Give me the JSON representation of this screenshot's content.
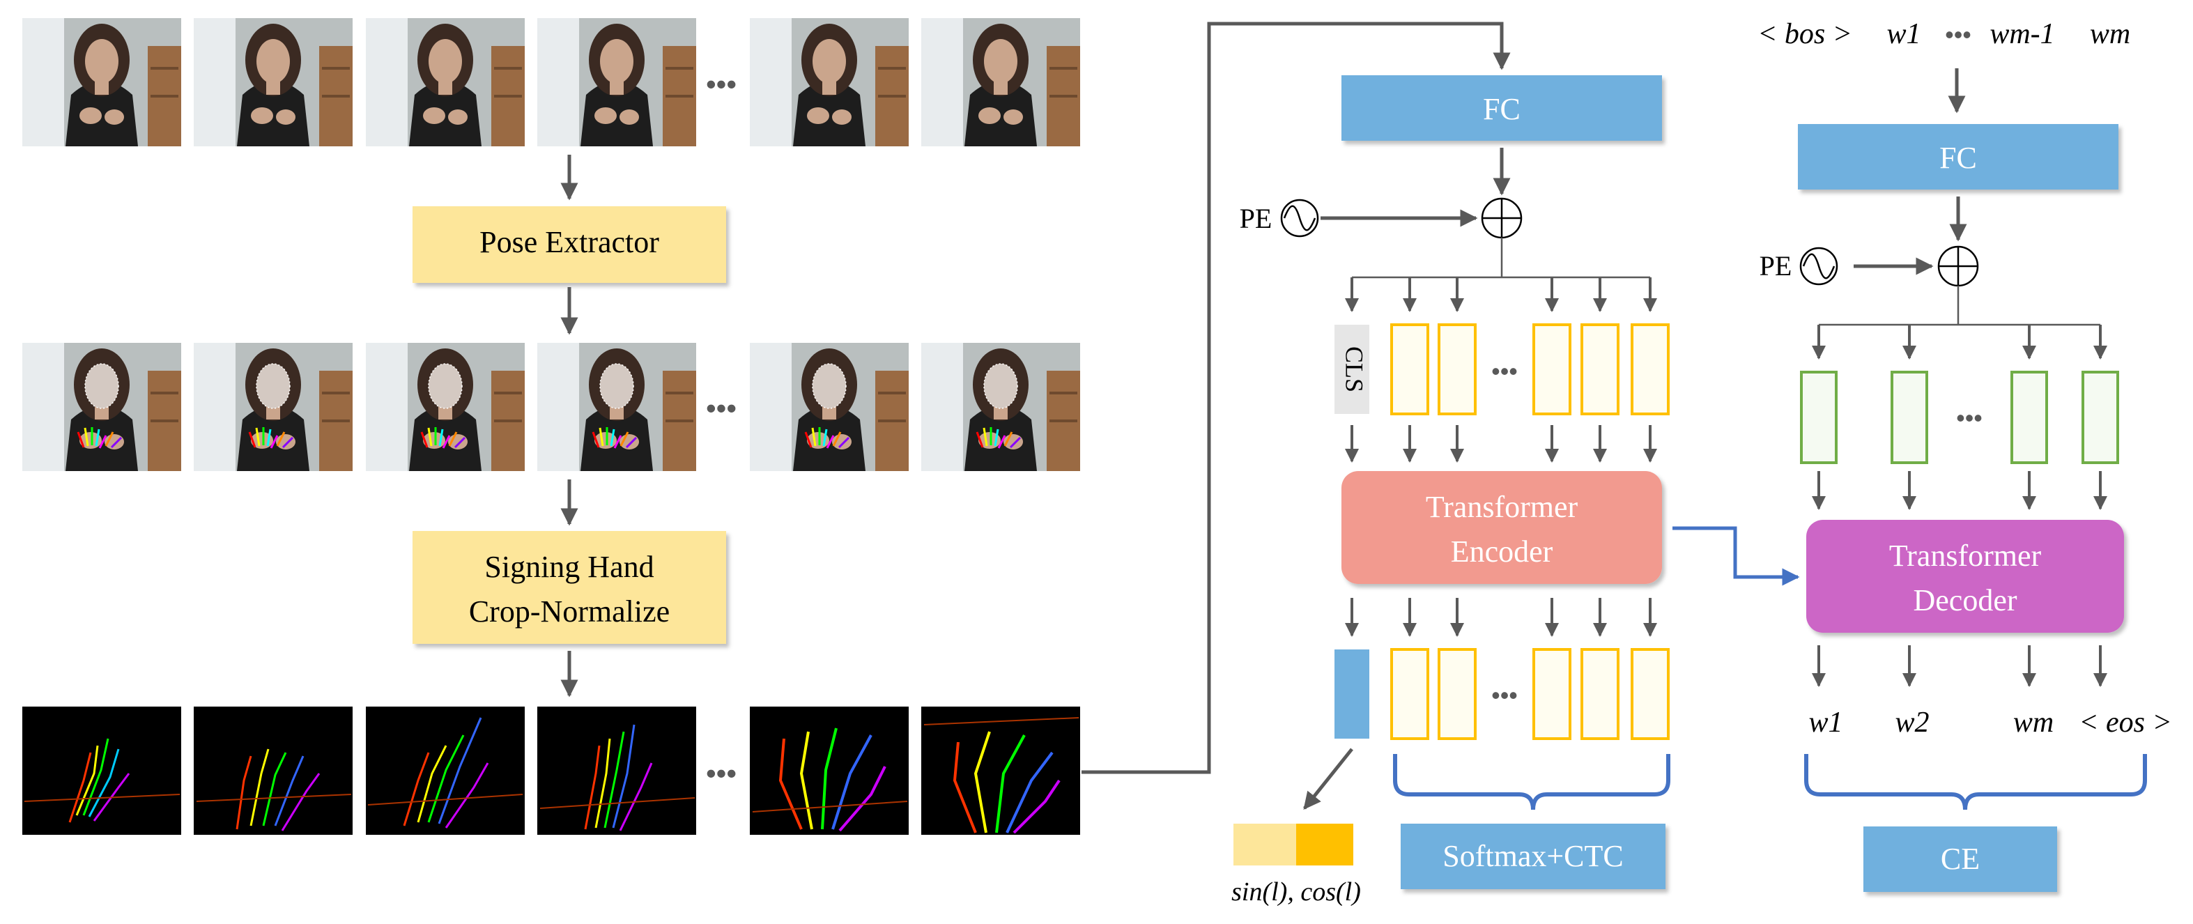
{
  "colors": {
    "arrow": "#595959",
    "line": "#4d4d4d",
    "blue_box": "#70b0de",
    "blue_box_text": "#ffffff",
    "yellow_box": "#fde69a",
    "red_box": "#f29a8f",
    "purple_box": "#cc66c6",
    "token_gold": "#ffc000",
    "token_gold_fill": "#fffdf0",
    "token_green": "#70ad47",
    "token_green_fill": "#f5faf2",
    "brace": "#4472c4",
    "cls_bg": "#e6e6e6",
    "skeleton_bg": "#000000",
    "photo_wall": "#b9bfbf",
    "photo_shelf": "#9a6a43",
    "photo_hair": "#3b2a22",
    "photo_skin": "#caa58c",
    "photo_shirt": "#1d1d1d"
  },
  "pipeline": {
    "pose_extractor": "Pose Extractor",
    "crop_line1": "Signing Hand",
    "crop_line2": "Crop-Normalize",
    "ellipsis": "•••"
  },
  "encoder": {
    "fc": "FC",
    "pe": "PE",
    "cls": "CLS",
    "transformer_line1": "Transformer",
    "transformer_line2": "Encoder",
    "softmax_ctc": "Softmax+CTC",
    "sincos": "sin(l), cos(l)"
  },
  "decoder": {
    "input_tokens": [
      "< bos >",
      "w1",
      "•••",
      "wm-1",
      "wm"
    ],
    "fc": "FC",
    "pe": "PE",
    "transformer_line1": "Transformer",
    "transformer_line2": "Decoder",
    "output_tokens": [
      "w1",
      "w2",
      "wm",
      "< eos >"
    ],
    "ce": "CE"
  }
}
